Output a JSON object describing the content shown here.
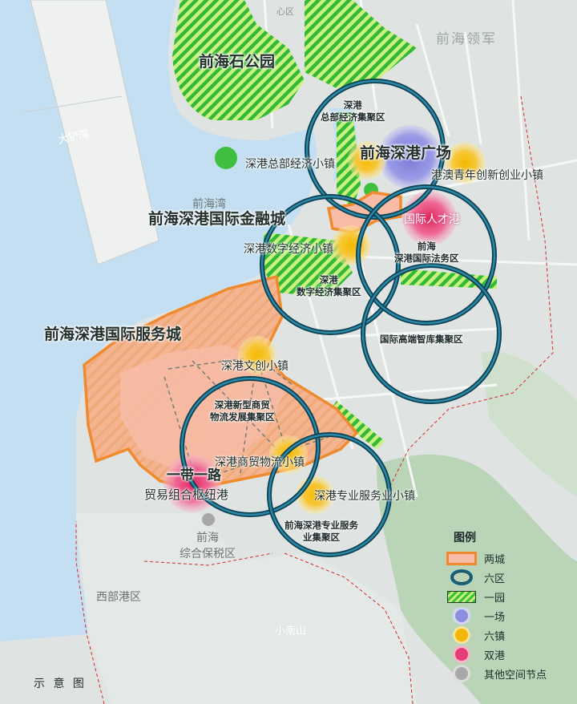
{
  "watermark": "前海领军",
  "caption": "示 意 图",
  "labels": {
    "park": "前海石公园",
    "plaza": "前海深港广场",
    "finance_city": "前海深港国际金融城",
    "service_city": "前海深港国际服务城",
    "hq_district": "深港\n总部经济集聚区",
    "hq_town": "深港总部经济小镇",
    "youth_town": "港澳青年创新创业小镇",
    "digital_town": "深港数字经济小镇",
    "digital_district": "深港\n数字经济集聚区",
    "talent_port": "国际人才港",
    "legal_district": "前海\n深港国际法务区",
    "thinktank_district": "国际高端智库集聚区",
    "culture_town": "深港文创小镇",
    "logistics_district": "深港新型商贸\n物流发展集聚区",
    "logistics_town": "深港商贸物流小镇",
    "belt_road_port_1": "一带一路",
    "belt_road_port_2": "贸易组合枢纽港",
    "service_town": "深港专业服务业小镇",
    "service_district": "前海深港专业服务\n业集聚区",
    "bonded_zone_1": "前海",
    "bonded_zone_2": "综合保税区",
    "west_port": "西部港区",
    "dachan_bay": "大铲湾",
    "qianhai_port": "前海湾",
    "center_area": "心区",
    "xiaonanshan": "小南山"
  },
  "legend": {
    "title": "图例",
    "items": [
      {
        "label": "两城",
        "symbol": "city-area"
      },
      {
        "label": "六区",
        "symbol": "district-ring"
      },
      {
        "label": "一园",
        "symbol": "park-hatch"
      },
      {
        "label": "一场",
        "symbol": "plaza-dot",
        "color": "#8e8fe0"
      },
      {
        "label": "六镇",
        "symbol": "town-dot",
        "color": "#f2b705"
      },
      {
        "label": "双港",
        "symbol": "port-dot",
        "color": "#e83c78"
      },
      {
        "label": "其他空间节点",
        "symbol": "node-dot",
        "color": "#a8a8a8"
      }
    ]
  },
  "colors": {
    "water": "#c5dff2",
    "land": "#dfe4e2",
    "park_green": "#3fbf3f",
    "city_orange": "#f08a2e",
    "city_fill": "#f7bba6",
    "ring": "#12607a",
    "town": "#f2b705",
    "port": "#e83c78",
    "plaza": "#8e8fe0"
  }
}
